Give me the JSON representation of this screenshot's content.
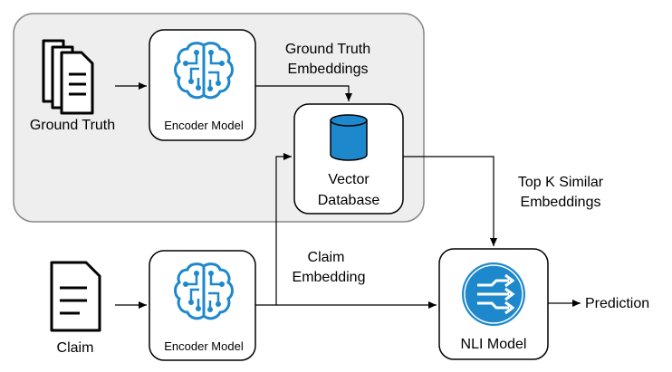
{
  "nodes": {
    "ground_truth": "Ground Truth",
    "encoder_top": "Encoder Model",
    "vector_db_line1": "Vector",
    "vector_db_line2": "Database",
    "claim": "Claim",
    "encoder_bottom": "Encoder Model",
    "nli_model": "NLI Model",
    "prediction": "Prediction"
  },
  "edges": {
    "gt_embeddings_line1": "Ground Truth",
    "gt_embeddings_line2": "Embeddings",
    "topk_line1": "Top K Similar",
    "topk_line2": "Embeddings",
    "claim_embedding_line1": "Claim",
    "claim_embedding_line2": "Embedding"
  },
  "colors": {
    "region_fill": "#eeeeee",
    "region_stroke": "#888888",
    "brain_icon": "#1e88cc",
    "database_icon": "#1e88cc",
    "nli_icon": "#1e88cc"
  }
}
